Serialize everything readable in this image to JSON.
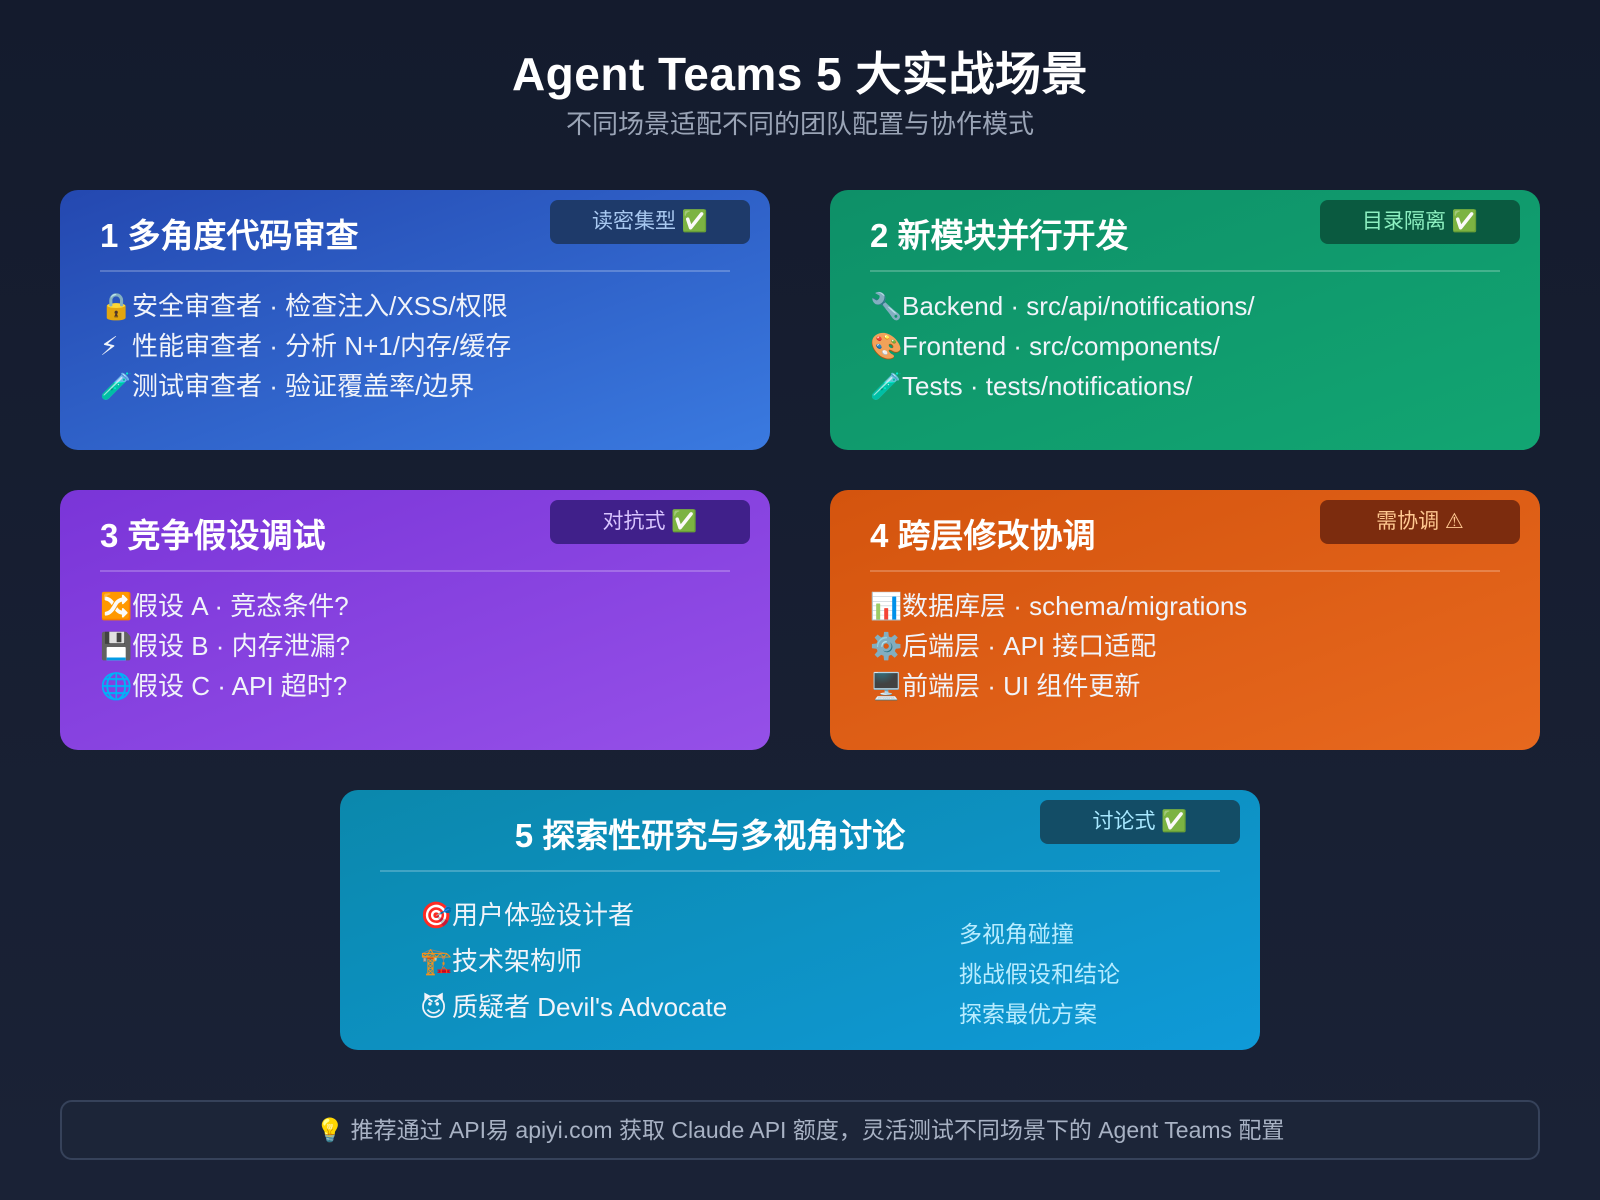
{
  "header": {
    "title": "Agent Teams 5 大实战场景",
    "subtitle": "不同场景适配不同的团队配置与协作模式"
  },
  "cards": [
    {
      "title": "1 多角度代码审查",
      "badge": "读密集型 ✅",
      "color": "#2c5fd0",
      "items": [
        {
          "icon": "🔒",
          "icon_name": "lock-icon",
          "text": "安全审查者 · 检查注入/XSS/权限"
        },
        {
          "icon": "⚡",
          "icon_name": "lightning-icon",
          "text": "性能审查者 · 分析 N+1/内存/缓存"
        },
        {
          "icon": "🧪",
          "icon_name": "test-tube-icon",
          "text": "测试审查者 · 验证覆盖率/边界"
        }
      ]
    },
    {
      "title": "2 新模块并行开发",
      "badge": "目录隔离 ✅",
      "color": "#10996c",
      "items": [
        {
          "icon": "🔧",
          "icon_name": "wrench-icon",
          "text": "Backend · src/api/notifications/"
        },
        {
          "icon": "🎨",
          "icon_name": "palette-icon",
          "text": "Frontend · src/components/"
        },
        {
          "icon": "🧪",
          "icon_name": "test-tube-icon",
          "text": "Tests · tests/notifications/"
        }
      ]
    },
    {
      "title": "3 竞争假设调试",
      "badge": "对抗式 ✅",
      "color": "#8743e0",
      "items": [
        {
          "icon": "🔀",
          "icon_name": "shuffle-icon",
          "text": "假设 A · 竞态条件?"
        },
        {
          "icon": "💾",
          "icon_name": "floppy-disk-icon",
          "text": "假设 B · 内存泄漏?"
        },
        {
          "icon": "🌐",
          "icon_name": "globe-icon",
          "text": "假设 C · API 超时?"
        }
      ]
    },
    {
      "title": "4 跨层修改协调",
      "badge": "需协调 ⚠",
      "color": "#de5e16",
      "items": [
        {
          "icon": "📊",
          "icon_name": "bar-chart-icon",
          "text": "数据库层 · schema/migrations"
        },
        {
          "icon": "⚙️",
          "icon_name": "gear-icon",
          "text": "后端层 · API 接口适配"
        },
        {
          "icon": "🖥️",
          "icon_name": "monitor-icon",
          "text": "前端层 · UI 组件更新"
        }
      ]
    },
    {
      "title": "5 探索性研究与多视角讨论",
      "badge": "讨论式 ✅",
      "color": "#0d91c2",
      "items": [
        {
          "icon": "🎯",
          "icon_name": "target-icon",
          "text": "用户体验设计者"
        },
        {
          "icon": "🏗️",
          "icon_name": "crane-icon",
          "text": "技术架构师"
        },
        {
          "icon": "😈",
          "icon_name": "devil-icon",
          "text": "质疑者 Devil's Advocate"
        }
      ],
      "notes": [
        "多视角碰撞",
        "挑战假设和结论",
        "探索最优方案"
      ]
    }
  ],
  "footer": {
    "icon": "💡",
    "text": "推荐通过 API易 apiyi.com 获取 Claude API 额度，灵活测试不同场景下的 Agent Teams 配置"
  }
}
